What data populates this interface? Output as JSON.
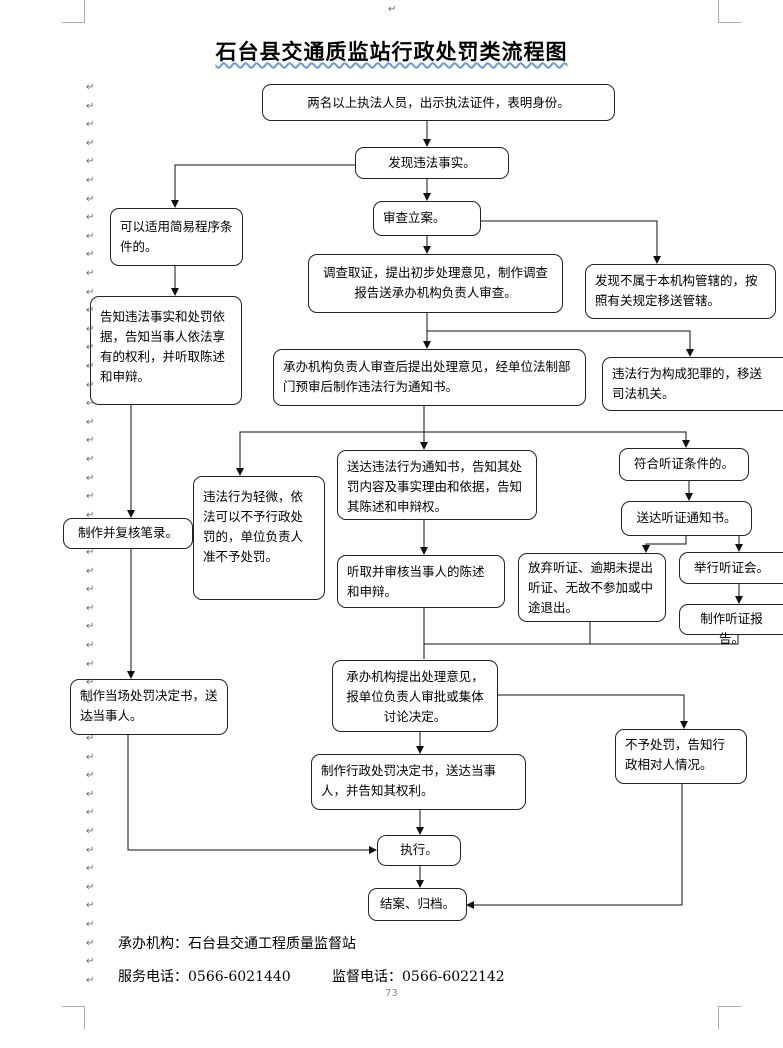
{
  "title": "石台县交通质监站行政处罚类流程图",
  "boxes": {
    "b1": "两名以上执法人员，出示执法证件，表明身份。",
    "b2": "发现违法事实。",
    "b3": "可以适用简易程序条件的。",
    "b4": "审查立案。",
    "b5": "调查取证，提出初步处理意见，制作调查报告送承办机构负责人审查。",
    "b6": "发现不属于本机构管辖的，按照有关规定移送管辖。",
    "b7": "告知违法事实和处罚依据，告知当事人依法享有的权利，并听取陈述和申辩。",
    "b8": "承办机构负责人审查后提出处理意见，经单位法制部门预审后制作违法行为通知书。",
    "b9": "违法行为构成犯罪的，移送司法机关。",
    "b10": "送达违法行为通知书，告知其处罚内容及事实理由和依据，告知其陈述和申辩权。",
    "b11": "违法行为轻微，依法可以不予行政处罚的，单位负责人准不予处罚。",
    "b12": "符合听证条件的。",
    "b13": "制作并复核笔录。",
    "b14": "送达听证通知书。",
    "b15": "放弃听证、逾期未提出听证、无故不参加或中途退出。",
    "b16": "举行听证会。",
    "b17": "听取并审核当事人的陈述和申辩。",
    "b18": "制作听证报告。",
    "b19": "承办机构提出处理意见，报单位负责人审批或集体讨论决定。",
    "b20": "制作当场处罚决定书，送达当事人。",
    "b21": "不予处罚，告知行政相对人情况。",
    "b22": "制作行政处罚决定书，送达当事人，并告知其权利。",
    "b23": "执行。",
    "b24": "结案、归档。"
  },
  "footer": {
    "org": "承办机构：石台县交通工程质量监督站",
    "service_phone": "服务电话：0566-6021440",
    "supervise_phone": "监督电话：0566-6022142"
  },
  "page_number": "73",
  "return_mark": "↵"
}
